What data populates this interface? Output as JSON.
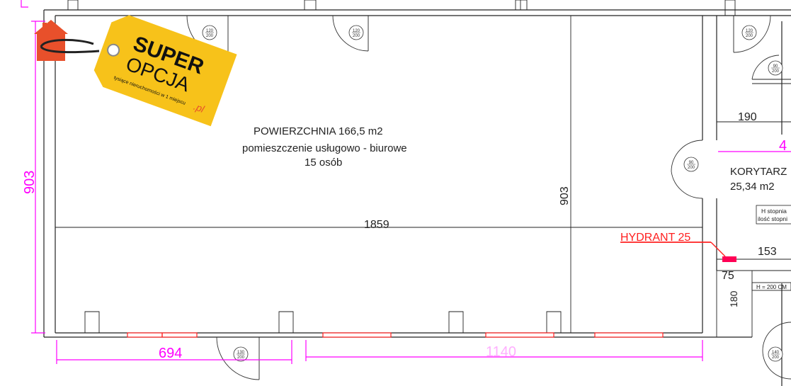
{
  "room": {
    "title": "POWIERZCHNIA 166,5 m2",
    "purpose": "pomieszczenie usługowo - biurowe",
    "occupancy": "15 osób"
  },
  "corridor": {
    "name": "KORYTARZ",
    "area": "25,34 m2",
    "note_line1": "H stopnia",
    "note_line2": "ilość stopni"
  },
  "hydrant": {
    "label": "HYDRANT 25",
    "color": "#ff0055"
  },
  "dimensions": {
    "height_left": "903",
    "height_inner": "903",
    "width_main": "1859",
    "bottom_left": "694",
    "bottom_right": "1140",
    "corridor_top": "190",
    "corridor_mid": "153",
    "small_75": "75",
    "small_180": "180",
    "cut_digit": "4",
    "h200": "H = 200 CM"
  },
  "doors": {
    "d1": [
      "120",
      "200"
    ],
    "d2": [
      "120",
      "200"
    ],
    "d3": [
      "120",
      "200"
    ],
    "d4": [
      "90",
      "200"
    ],
    "d5": [
      "90",
      "200"
    ],
    "d6": [
      "130",
      "200"
    ],
    "d7": [
      "140",
      "200"
    ]
  },
  "logo": {
    "line1": "SUPER",
    "line2": "OPCJA",
    "tagline": "tysiące nieruchomości w 1 miejscu",
    "domain": ".pl",
    "tag_color": "#f7c21a",
    "house_color": "#e8502b"
  },
  "colors": {
    "dimension": "#ff00ff",
    "window": "#ff2020",
    "wall": "#222222"
  }
}
